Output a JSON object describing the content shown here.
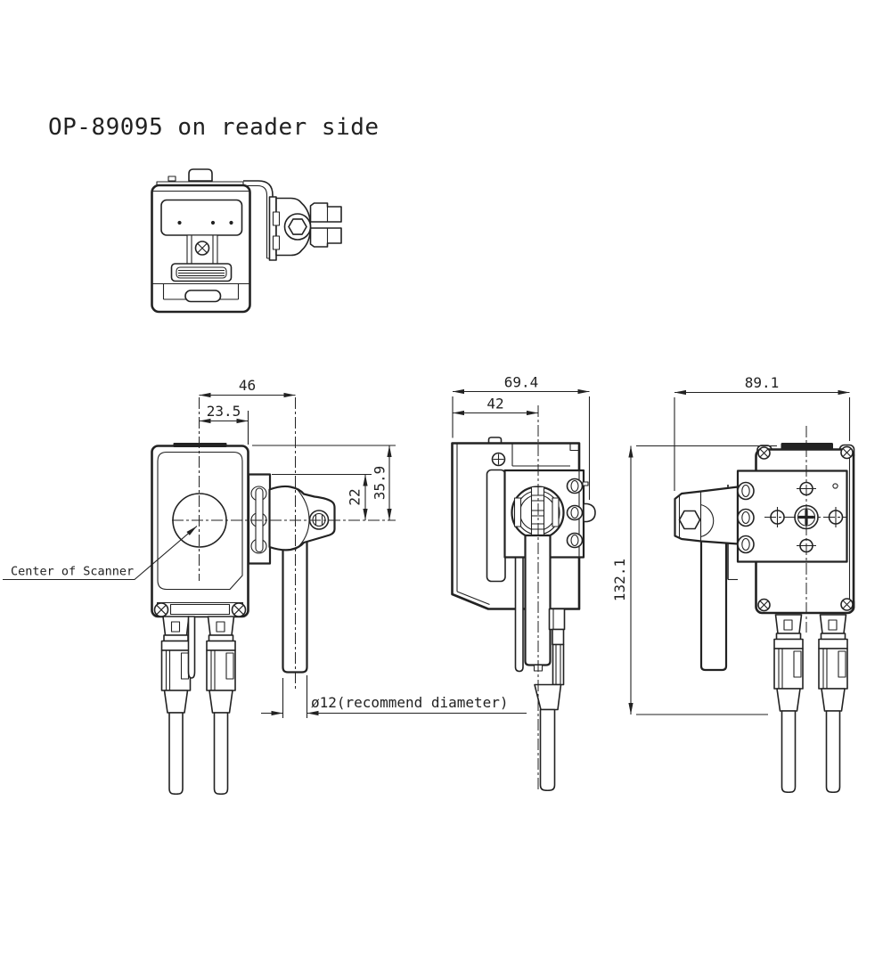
{
  "title": "OP-89095 on reader side",
  "labels": {
    "center_of_scanner": "Center of Scanner"
  },
  "dimensions": {
    "front": {
      "center_to_rod_axis": "46",
      "center_to_body_edge": "23.5",
      "body_top_to_center": "35.9",
      "bracket_top_to_center": "22",
      "rod_note": "ø12(recommend diameter)"
    },
    "side": {
      "overall_depth": "69.4",
      "front_to_rod_axis": "42"
    },
    "back": {
      "overall_width": "89.1",
      "overall_height": "132.1"
    }
  },
  "colors": {
    "line": "#222222",
    "background": "#ffffff"
  }
}
